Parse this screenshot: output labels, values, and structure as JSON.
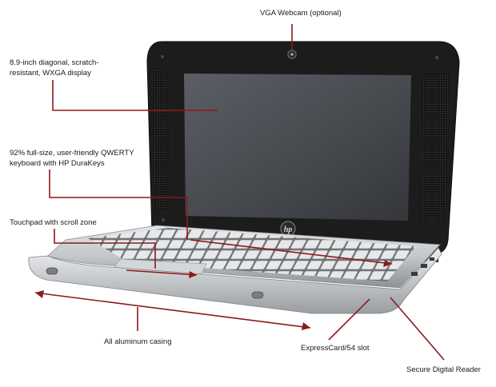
{
  "callouts": {
    "webcam": "VGA Webcam (optional)",
    "display": "8.9-inch diagonal, scratch-\nresistant, WXGA display",
    "keyboard": "92% full-size, user-friendly QWERTY\nkeyboard with HP DuraKeys",
    "touchpad": "Touchpad with scroll zone",
    "casing": "All aluminum casing",
    "expresscard": "ExpressCard/54 slot",
    "sd_reader": "Secure Digital Reader"
  },
  "logo": "hp",
  "colors": {
    "callout_line": "#8b1a1a",
    "bezel": "#1c1c1c",
    "screen": "#4a4c52",
    "aluminum": "#c9ccd0"
  }
}
